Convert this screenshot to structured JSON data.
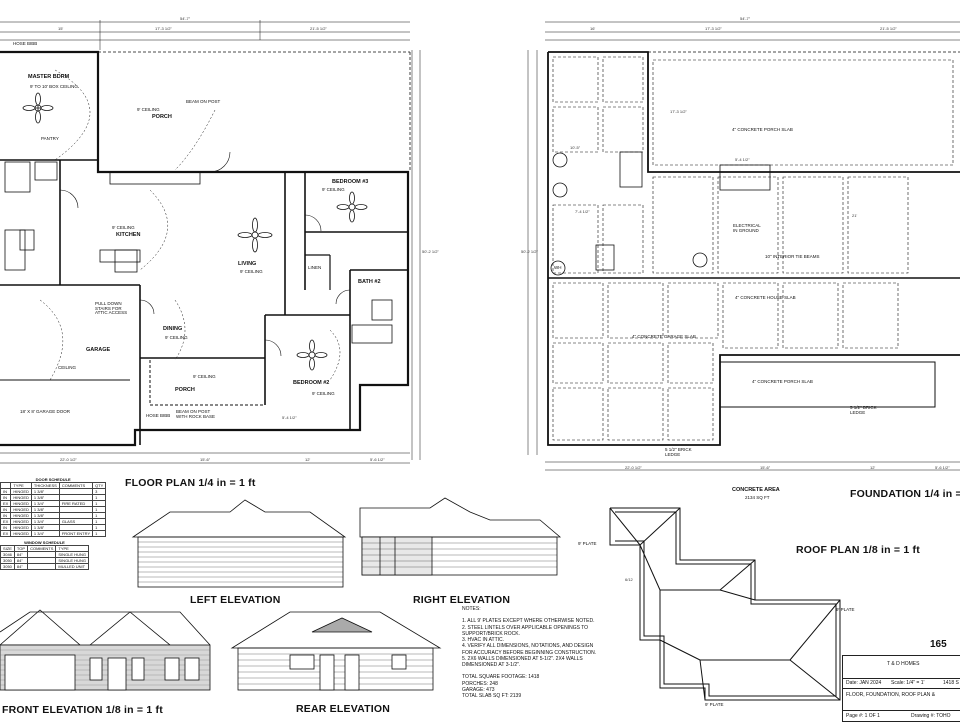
{
  "floor_plan": {
    "title": "FLOOR PLAN 1/4 in = 1 ft",
    "rooms": {
      "master": "MASTER BDRM",
      "master_ceiling": "9' TO 10' BOX CEILING",
      "porch_top": "PORCH",
      "porch_top_ceiling": "9' CEILING",
      "beam_post": "BEAM ON POST",
      "kitchen": "KITCHEN",
      "kitchen_ceiling": "9' CEILING",
      "living": "LIVING",
      "living_ceiling": "9' CEILING",
      "bedroom3": "BEDROOM #3",
      "bedroom3_ceiling": "9' CEILING",
      "bedroom2": "BEDROOM #2",
      "bedroom2_ceiling": "9' CEILING",
      "bath2": "BATH #2",
      "linen": "LINEN",
      "dining": "DINING",
      "dining_ceiling": "9' CEILING",
      "garage": "GARAGE",
      "garage_ceiling": "CEILING",
      "porch_bottom": "PORCH",
      "porch_bottom_ceiling": "9' CEILING",
      "garage_door": "18' X 8' GARAGE DOOR",
      "attic": "PULL DOWN STAIRS FOR ATTIC ACCESS",
      "pantry": "PANTRY",
      "hose_bibb_1": "HOSE BIBB",
      "hose_bibb_2": "HOSE BIBB",
      "beam_rock": "BEAM ON POST WITH ROCK BASE"
    },
    "dims": {
      "overall": "54'-7\"",
      "top_right": "21'-5 1/2\"",
      "top_mid": "17'-3 1/2\"",
      "left_seg": "15'",
      "side": "50'-2 1/2\"",
      "bottom_a": "22'-0 1/2\"",
      "bottom_b": "15'-6\"",
      "bottom_c": "12'",
      "bottom_d": "5'-6 1/2\"",
      "bottom_e": "5'-4 1/2\""
    }
  },
  "foundation": {
    "title": "FOUNDATION 1/4 in = 1 ft",
    "concrete_area": "CONCRETE AREA",
    "concrete_sqft": "2134 SQ FT",
    "slab_porch_top": "4\" CONCRETE PORCH SLAB",
    "slab_house": "4\" CONCRETE HOUSE SLAB",
    "slab_garage": "4\" CONCRETE GARAGE SLAB",
    "slab_porch_bottom": "4\" CONCRETE PORCH SLAB",
    "tie_beams": "10\" INTERIOR TIE BEAMS",
    "brick_ledge_1": "5 1/2\" BRICK LEDGE",
    "brick_ledge_2": "5 1/2\" BRICK LEDGE",
    "electrical": "ELECTRICAL IN GROUND",
    "wh": "WH",
    "dims": {
      "overall": "54'-7\"",
      "top_right": "21'-5 1/2\"",
      "top_mid": "17'-3 1/2\"",
      "left_seg": "16'",
      "d1": "10'-5\"",
      "d2": "5'-4 1/2\"",
      "d3": "7'-4 1/2\"",
      "d4": "21'",
      "d5": "17'-3 1/2\"",
      "side": "50'-2 1/2\"",
      "bottom_a": "22'-0 1/2\"",
      "bottom_b": "15'-6\"",
      "bottom_c": "12'",
      "bottom_d": "5'-6 1/2\""
    }
  },
  "roof_plan": {
    "title": "ROOF PLAN 1/8 in = 1 ft",
    "plate_1": "9' PLATE",
    "plate_2": "9' PLATE",
    "plate_3": "9' PLATE",
    "pitch": "6/12"
  },
  "elevations": {
    "left": "LEFT ELEVATION",
    "right": "RIGHT ELEVATION",
    "front": "FRONT ELEVATION 1/8 in = 1 ft",
    "rear": "REAR ELEVATION"
  },
  "door_schedule": {
    "title": "DOOR SCHEDULE",
    "headers": [
      "",
      "TYPE",
      "THICKNESS",
      "COMMENTS",
      "QTY"
    ],
    "rows": [
      [
        "IN",
        "HINGED",
        "1 3/8\"",
        "",
        "3"
      ],
      [
        "IN",
        "HINGED",
        "1 3/8\"",
        "",
        "1"
      ],
      [
        "EX",
        "HINGED",
        "1 3/4\"",
        "FIRE RATED",
        "1"
      ],
      [
        "IN",
        "HINGED",
        "1 3/8\"",
        "",
        "1"
      ],
      [
        "IN",
        "HINGED",
        "1 3/8\"",
        "",
        "1"
      ],
      [
        "EX",
        "HINGED",
        "1 3/4\"",
        "GLASS",
        "1"
      ],
      [
        "IN",
        "HINGED",
        "1 3/8\"",
        "",
        "1"
      ],
      [
        "EX",
        "HINGED",
        "1 3/4\"",
        "FRONT ENTRY",
        "1"
      ]
    ]
  },
  "window_schedule": {
    "title": "WINDOW SCHEDULE",
    "headers": [
      "SIZE",
      "TOP",
      "COMMENTS",
      "TYPE"
    ],
    "rows": [
      [
        "3046",
        "84\"",
        "",
        "SINGLE HUNG"
      ],
      [
        "3050",
        "84\"",
        "",
        "SINGLE HUNG"
      ],
      [
        "3050",
        "84\"",
        "",
        "MULLED UNIT"
      ]
    ]
  },
  "notes": {
    "heading": "NOTES:",
    "items": [
      "1. ALL 9' PLATES EXCEPT WHERE OTHERWISE NOTED.",
      "2. STEEL LINTELS OVER APPLICABLE OPENINGS TO SUPPORT/BRICK ROCK.",
      "3. HVAC IN ATTIC.",
      "4. VERIFY ALL DIMENSIONS, NOTATIONS, AND DESIGN FOR ACCURACY BEFORE BEGINNING CONSTRUCTION.",
      "5. 2X6 WALLS DIMENSIONED AT 5-1/2\". 2X4 WALLS DIMENSIONED AT 3-1/2\"."
    ],
    "total_sqft": "TOTAL SQUARE FOOTAGE: 1418",
    "porches": "PORCHES: 248",
    "garage": "GARAGE: 473",
    "total_slab": "TOTAL SLAB SQ FT: 2139"
  },
  "title_block": {
    "sheet_no": "165",
    "company": "T & D HOMES",
    "date": "Date: JAN 2024",
    "scale": "Scale: 1/4\" = 1'",
    "sqft": "1418 S",
    "content": "FLOOR, FOUNDATION, ROOF PLAN &",
    "page": "Page #: 1 OF 1",
    "drawing": "Drawing #: TOHO"
  }
}
